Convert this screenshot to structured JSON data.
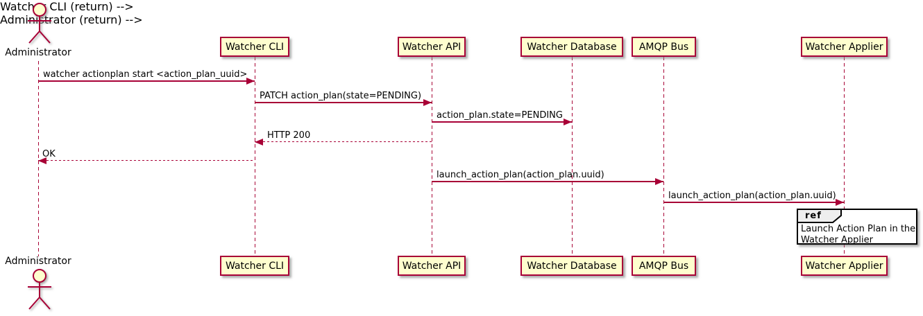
{
  "diagram_type": "uml-sequence-diagram",
  "actor": {
    "name": "Administrator"
  },
  "participants": [
    {
      "label": "Watcher CLI"
    },
    {
      "label": "Watcher API"
    },
    {
      "label": "Watcher Database"
    },
    {
      "label": "AMQP Bus"
    },
    {
      "label": "Watcher Applier"
    }
  ],
  "messages": [
    {
      "from": "Administrator",
      "to": "Watcher CLI",
      "style": "solid",
      "label": "watcher actionplan start <action_plan_uuid>"
    },
    {
      "from": "Watcher CLI",
      "to": "Watcher API",
      "style": "solid",
      "label": "PATCH action_plan(state=PENDING)"
    },
    {
      "from": "Watcher API",
      "to": "Watcher Database",
      "style": "solid",
      "label": "action_plan.state=PENDING"
    },
    {
      "from": "Watcher API",
      "to": "Watcher CLI",
      "style": "dashed-return",
      "label": "HTTP 200"
    },
    {
      "from": "Watcher CLI",
      "to": "Administrator",
      "style": "dashed-return",
      "label": "OK"
    },
    {
      "from": "Watcher API",
      "to": "AMQP Bus",
      "style": "solid",
      "label": "launch_action_plan(action_plan.uuid)"
    },
    {
      "from": "AMQP Bus",
      "to": "Watcher Applier",
      "style": "solid",
      "label": "launch_action_plan(action_plan.uuid)"
    }
  ],
  "ref_fragment": {
    "keyword": "ref",
    "over": "Watcher Applier",
    "text": "Launch Action Plan in the Watcher Applier"
  },
  "colors": {
    "participant_fill": "#FEFECE",
    "participant_border": "#A80036",
    "line": "#A80036",
    "text": "#000000",
    "ref_border": "#000000",
    "ref_tab_fill": "#EEEEEE",
    "background": "#FFFFFF"
  }
}
